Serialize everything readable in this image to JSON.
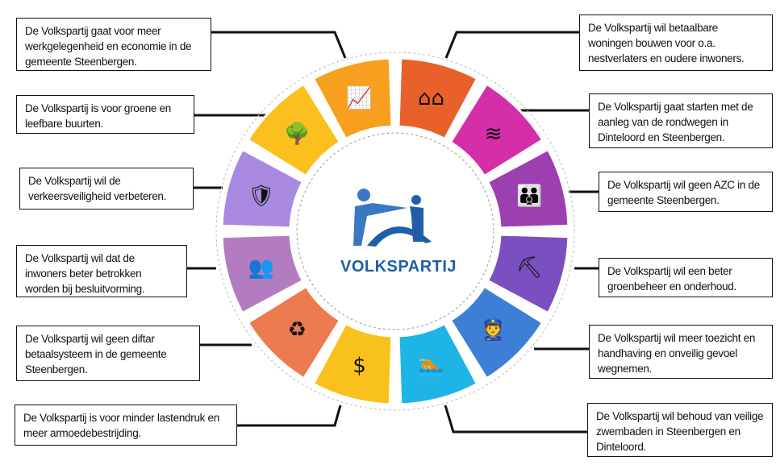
{
  "logo": {
    "text": "VOLKSPARTIJ"
  },
  "segments": [
    {
      "topic": "houses",
      "icon": "houses-icon",
      "glyph": "⌂⌂",
      "color": "#e8602a"
    },
    {
      "topic": "road",
      "icon": "road-icon",
      "glyph": "≋",
      "color": "#d42fa8"
    },
    {
      "topic": "azc",
      "icon": "family-shelter-icon",
      "glyph": "👪",
      "color": "#9c3fb0"
    },
    {
      "topic": "maintenance",
      "icon": "worker-icon",
      "glyph": "⛏",
      "color": "#7a4fc0"
    },
    {
      "topic": "enforcement",
      "icon": "police-icon",
      "glyph": "👮",
      "color": "#3d7fd6"
    },
    {
      "topic": "swimming",
      "icon": "swimmer-icon",
      "glyph": "🏊",
      "color": "#1fb4e6"
    },
    {
      "topic": "finance",
      "icon": "money-house-icon",
      "glyph": "$",
      "color": "#f8c11c"
    },
    {
      "topic": "recycling",
      "icon": "recycle-icon",
      "glyph": "♻",
      "color": "#ee7a50"
    },
    {
      "topic": "participation",
      "icon": "people-talk-icon",
      "glyph": "👥",
      "color": "#b47cc0"
    },
    {
      "topic": "safety",
      "icon": "shield-hands-icon",
      "glyph": "🛡",
      "color": "#a98ae0"
    },
    {
      "topic": "green",
      "icon": "tree-icon",
      "glyph": "🌳",
      "color": "#fcc01e"
    },
    {
      "topic": "economy",
      "icon": "growth-chart-icon",
      "glyph": "📈",
      "color": "#f7a020"
    }
  ],
  "boxes": {
    "economy": "De Volkspartij gaat voor meer werkgelegenheid en economie in de gemeente Steenbergen.",
    "green": "De Volkspartij is voor groene en leefbare buurten.",
    "safety": "De Volkspartij wil de verkeersveiligheid verbeteren.",
    "participation": "De Volkspartij wil dat de inwoners beter betrokken worden bij besluitvorming.",
    "recycling": "De Volkspartij wil geen diftar betaalsysteem in de gemeente Steenbergen.",
    "finance": "De Volkspartij is voor minder lastendruk en meer armoedebestrijding.",
    "houses": "De Volkspartij wil betaalbare woningen bouwen voor o.a. nestverlaters en oudere inwoners.",
    "road": "De Volkspartij gaat starten met de aanleg van de rondwegen in Dinteloord en Steenbergen.",
    "azc": "De Volkspartij wil geen AZC in de gemeente Steenbergen.",
    "maintenance": "De Volkspartij wil een beter groenbeheer en onderhoud.",
    "enforcement": "De Volkspartij wil meer toezicht en handhaving en onveilig gevoel wegnemen.",
    "swimming": "De Volkspartij wil behoud van veilige zwembaden in Steenbergen en Dinteloord."
  }
}
